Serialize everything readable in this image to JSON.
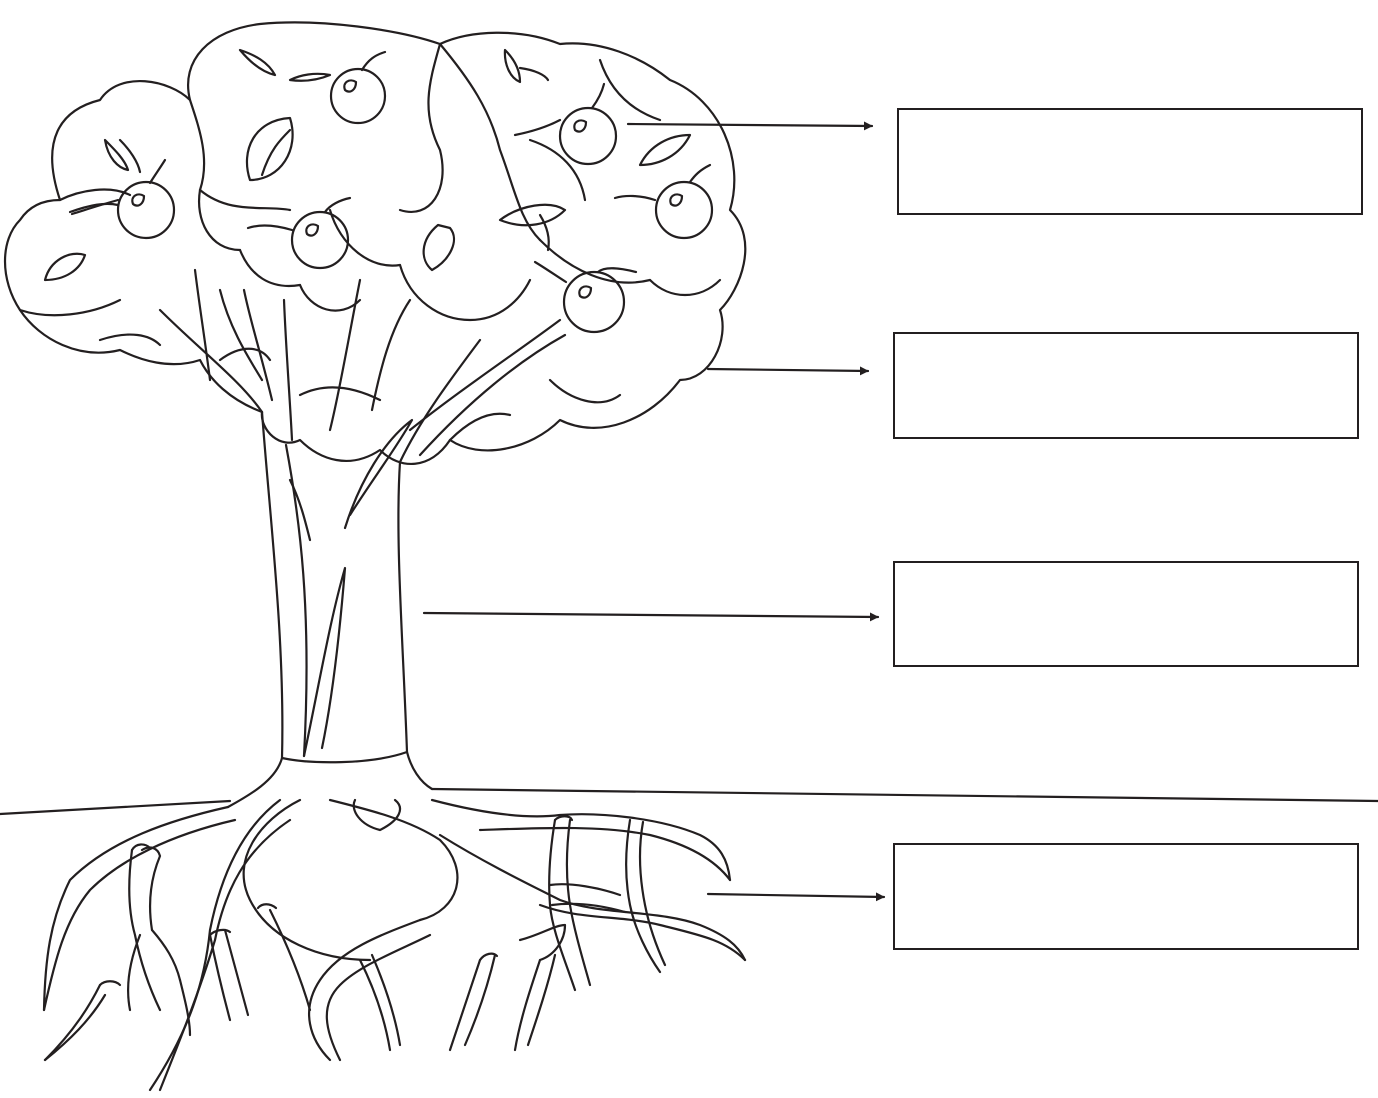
{
  "worksheet": {
    "subject": "apple-tree",
    "stroke_color": "#231f20",
    "background_color": "#ffffff",
    "label_boxes": [
      {
        "id": "fruit",
        "answer": ""
      },
      {
        "id": "crown",
        "answer": ""
      },
      {
        "id": "trunk",
        "answer": ""
      },
      {
        "id": "roots",
        "answer": ""
      }
    ],
    "pointer_arrows": [
      {
        "target": "fruit",
        "icon": "arrow-right-icon"
      },
      {
        "target": "crown",
        "icon": "arrow-right-icon"
      },
      {
        "target": "trunk",
        "icon": "arrow-right-icon"
      },
      {
        "target": "roots",
        "icon": "arrow-right-icon"
      }
    ]
  }
}
